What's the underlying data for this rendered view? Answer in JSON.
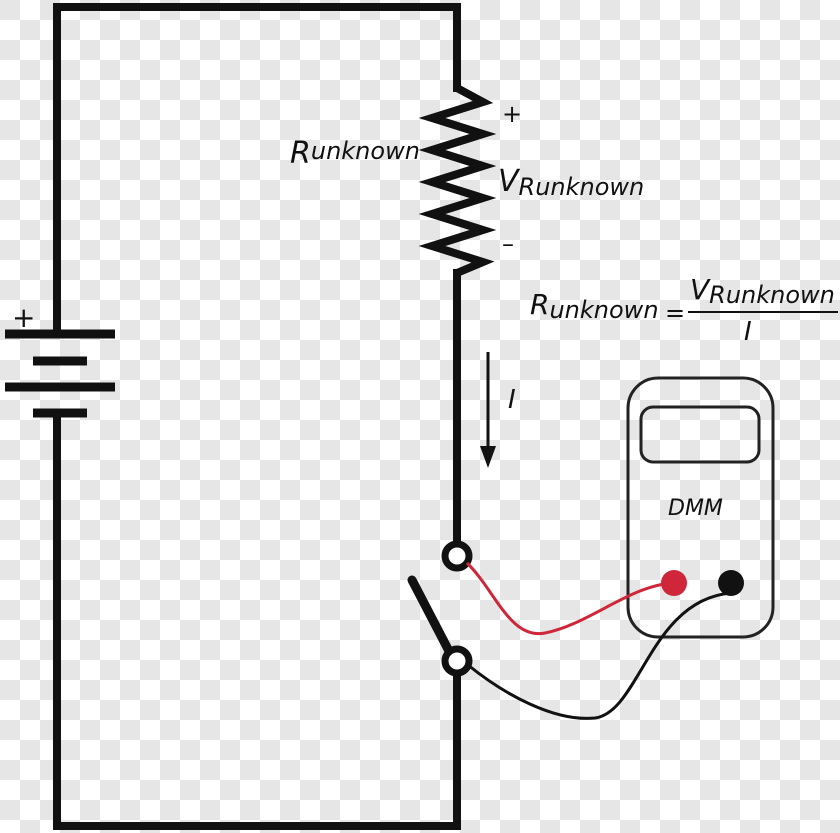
{
  "resistor": {
    "name_main": "R",
    "name_sub": "unknown",
    "plus": "+",
    "minus": "–",
    "voltage_main": "V",
    "voltage_sub": "Runknown"
  },
  "battery": {
    "plus": "+"
  },
  "equation": {
    "lhs_main": "R",
    "lhs_sub": "unknown",
    "equals": "=",
    "num_main": "V",
    "num_sub": "Runknown",
    "den": "I"
  },
  "current": {
    "label": "I"
  },
  "meter": {
    "label": "DMM"
  },
  "colors": {
    "wire": "#111111",
    "red_probe": "#d0263a",
    "black_probe": "#111111",
    "checker_light": "#ffffff",
    "checker_dark": "#e6e6e6"
  }
}
